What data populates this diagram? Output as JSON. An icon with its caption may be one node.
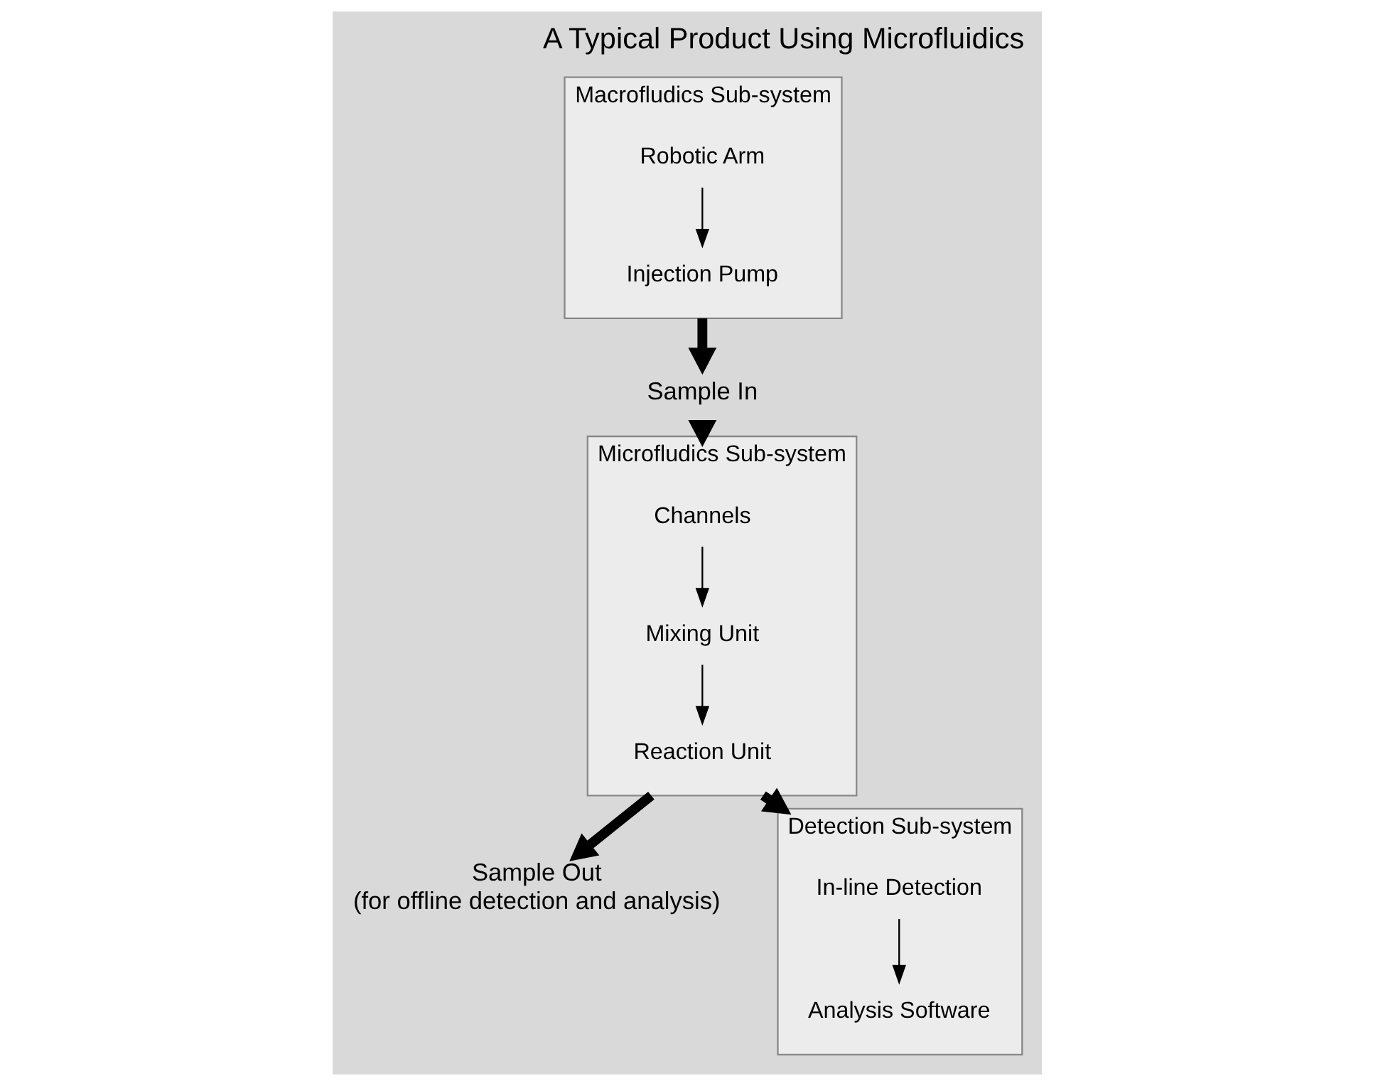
{
  "diagram": {
    "title": "A Typical Product Using Microfluidics",
    "nodes": [
      {
        "text": [
          "Macrofludics Sub-system"
        ]
      },
      {
        "text": [
          "Robotic Arm"
        ],
        "in": 0
      },
      {
        "text": [
          "Injection Pump"
        ],
        "in": 0
      },
      {
        "text": [
          "Sample In"
        ]
      },
      {
        "text": [
          "Microfludics Sub-system"
        ]
      },
      {
        "text": [
          "Channels"
        ],
        "in": 4
      },
      {
        "text": [
          "Mixing Unit"
        ],
        "in": 4
      },
      {
        "text": [
          "Reaction Unit"
        ],
        "in": 4
      },
      {
        "text": [
          "Sample Out",
          "(for offline detection and analysis)"
        ]
      },
      {
        "text": [
          "Detection Sub-system"
        ]
      },
      {
        "text": [
          "In-line Detection"
        ],
        "in": 9
      },
      {
        "text": [
          "Analysis Software"
        ],
        "in": 9
      }
    ],
    "edges": [
      {
        "from": 1,
        "to": 2,
        "arrow": "to"
      },
      {
        "from": 0,
        "to": 3,
        "arrow": "to",
        "style": "thick"
      },
      {
        "from": 3,
        "to": 4,
        "arrow": "to",
        "style": "thick"
      },
      {
        "from": 5,
        "to": 6,
        "arrow": "to"
      },
      {
        "from": 6,
        "to": 7,
        "arrow": "to"
      },
      {
        "from": 4,
        "to": 8,
        "arrow": "to",
        "style": "thick"
      },
      {
        "from": 4,
        "to": 9,
        "arrow": "to",
        "style": "thick"
      },
      {
        "from": 10,
        "to": 11,
        "arrow": "to"
      }
    ]
  }
}
